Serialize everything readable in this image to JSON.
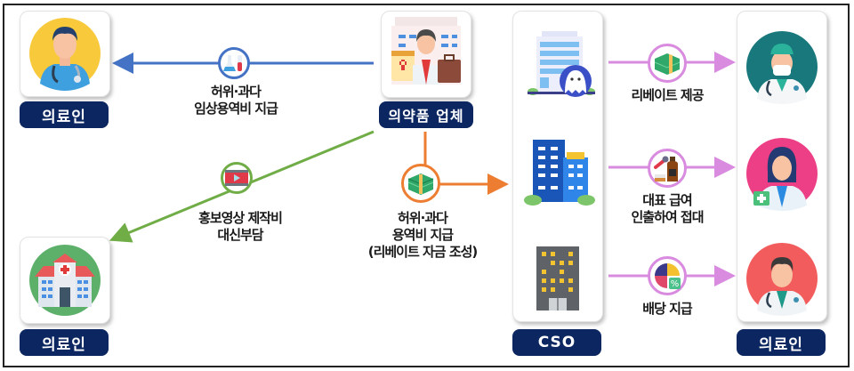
{
  "nodes": {
    "doctor_top": {
      "badge": "의료인",
      "icon": "doctor-avatar-icon"
    },
    "pharma": {
      "badge": "의약품 업체",
      "icon": "pharma-salesman-icon"
    },
    "hospital": {
      "badge": "의료인",
      "icon": "hospital-icon"
    },
    "cso": {
      "badge": "CSO",
      "icons": [
        "ghost-company-building-icon",
        "office-building-icon",
        "dark-office-building-icon"
      ]
    },
    "doctors_right": {
      "badge": "의료인",
      "icons": [
        "surgeon-avatar-icon",
        "female-doctor-avatar-icon",
        "male-doctor-avatar-icon"
      ]
    }
  },
  "edges": [
    {
      "id": "clinical",
      "from": "pharma",
      "to": "doctor_top",
      "color": "#4472c4",
      "icon": "test-tube-icon",
      "label_lines": [
        "허위·과다",
        "임상용역비 지급"
      ]
    },
    {
      "id": "video",
      "from": "pharma",
      "to": "hospital",
      "color": "#70ad47",
      "icon": "video-play-icon",
      "label_lines": [
        "홍보영상 제작비",
        "대신부담"
      ]
    },
    {
      "id": "service_fee",
      "from": "pharma",
      "to": "cso",
      "color": "#ed7d31",
      "icon": "money-stack-icon",
      "label_lines": [
        "허위·과다",
        "용역비 지급",
        "(리베이트 자금 조성)"
      ]
    },
    {
      "id": "rebate",
      "from": "cso",
      "to": "doctors_right",
      "color": "#d98be0",
      "icon": "money-stack-icon",
      "label_lines": [
        "리베이트 제공"
      ]
    },
    {
      "id": "entertain",
      "from": "cso",
      "to": "doctors_right",
      "color": "#d98be0",
      "icon": "mic-and-liquor-icon",
      "label_lines": [
        "대표 급여",
        "인출하여 접대"
      ]
    },
    {
      "id": "dividend",
      "from": "cso",
      "to": "doctors_right",
      "color": "#d98be0",
      "icon": "pie-chart-percent-icon",
      "label_lines": [
        "배당 지급"
      ]
    }
  ],
  "colors": {
    "badge_bg": "#0b2660",
    "badge_text": "#ffffff"
  }
}
